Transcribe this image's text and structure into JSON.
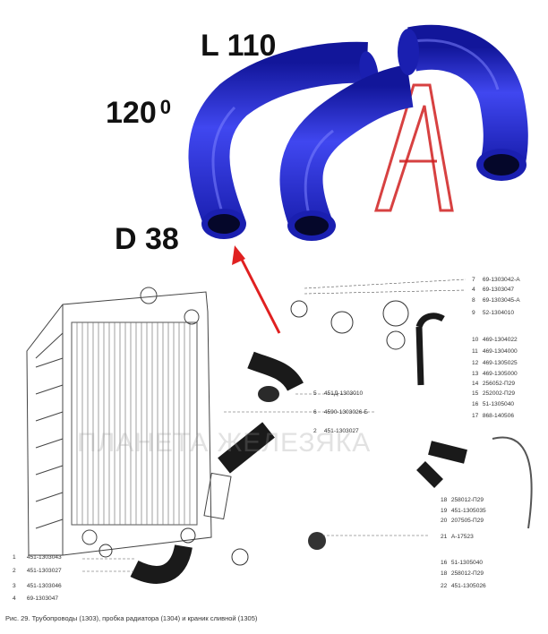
{
  "dimensions": {
    "length": "L 110",
    "angle": "120",
    "angle_suffix": "0",
    "diameter": "D 38"
  },
  "logo_text": "A",
  "watermark": "ПЛАНЕТА ЖЕЛЕЗЯКА",
  "colors": {
    "hose": "#2d33d6",
    "hose_dark": "#12169a",
    "hose_light": "#6a70ff",
    "arrow": "#e02020",
    "logo": "#d02020"
  },
  "right_callouts": [
    {
      "n": "7",
      "code": "69-1303042-А"
    },
    {
      "n": "4",
      "code": "69-1303047"
    },
    {
      "n": "8",
      "code": "69-1303045-А"
    },
    {
      "n": "9",
      "code": "52-1304010"
    },
    {
      "n": "10",
      "code": "469-1304022"
    },
    {
      "n": "11",
      "code": "469-1304000"
    },
    {
      "n": "12",
      "code": "469-1305025"
    },
    {
      "n": "13",
      "code": "469-1305000"
    },
    {
      "n": "14",
      "code": "256052-П29"
    },
    {
      "n": "15",
      "code": "252002-П29"
    },
    {
      "n": "16",
      "code": "51-1305040"
    },
    {
      "n": "17",
      "code": "868-140506"
    }
  ],
  "mid_callouts": [
    {
      "n": "5",
      "code": "451Д-1303010"
    },
    {
      "n": "6",
      "code": "4590-1303026-Б"
    },
    {
      "n": "2",
      "code": "451-1303027"
    }
  ],
  "lower_callouts": [
    {
      "n": "18",
      "code": "258012-П29"
    },
    {
      "n": "19",
      "code": "451-1305035"
    },
    {
      "n": "20",
      "code": "207505-П29"
    },
    {
      "n": "21",
      "code": "А-17523"
    },
    {
      "n": "16",
      "code": "51-1305040"
    },
    {
      "n": "18",
      "code": "258012-П29"
    },
    {
      "n": "22",
      "code": "451-1305026"
    }
  ],
  "left_callouts": [
    {
      "n": "1",
      "code": "451-1303043"
    },
    {
      "n": "2",
      "code": "451-1303027"
    },
    {
      "n": "3",
      "code": "451-1303046"
    },
    {
      "n": "4",
      "code": "69-1303047"
    }
  ],
  "caption": "Рис. 29. Трубопроводы (1303), пробка радиатора (1304) и краник сливной (1305)"
}
